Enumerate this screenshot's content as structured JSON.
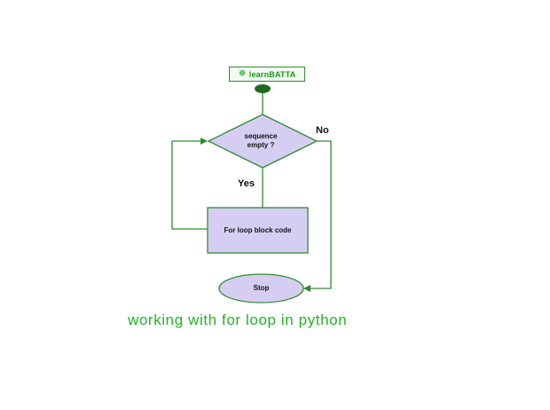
{
  "logo": {
    "icon": "gear-star-icon",
    "text": "learnBATTA"
  },
  "flowchart": {
    "decision": {
      "line1": "sequence",
      "line2": "empty ?"
    },
    "process": "For loop block code",
    "terminal": "Stop",
    "yes_label": "Yes",
    "no_label": "No"
  },
  "caption": "working with for loop in python",
  "colors": {
    "shape_fill": "#d6cef2",
    "shape_stroke": "#2e8b2e",
    "start_dot": "#1e6b1e",
    "caption": "#22b422"
  }
}
